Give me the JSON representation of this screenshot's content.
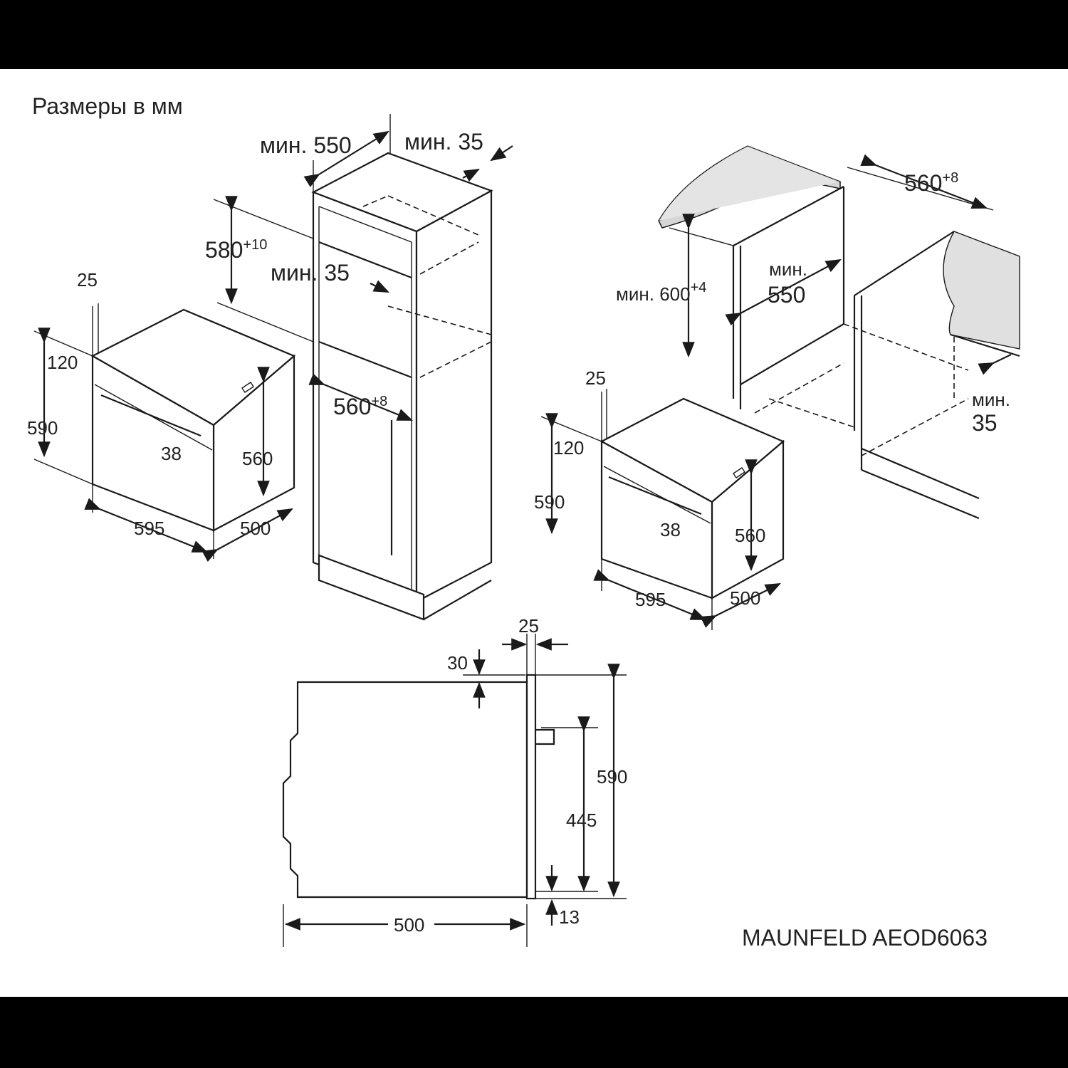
{
  "title": "Размеры в мм",
  "brand": "MAUNFELD AEOD6063",
  "left_oven": {
    "d25": "25",
    "d120": "120",
    "d590": "590",
    "d38": "38",
    "d560": "560",
    "d595": "595",
    "d500": "500"
  },
  "tall_cabinet": {
    "min550": "мин. 550",
    "min35_top": "мин. 35",
    "h580": "580",
    "h580_tol": "+10",
    "min35_mid": "мин. 35",
    "w560": "560",
    "w560_tol": "+8"
  },
  "under_counter": {
    "w560": "560",
    "w560_tol": "+8",
    "min_label": "мин.",
    "d550": "550",
    "h600": "мин. 600",
    "h600_tol": "+4",
    "min_label_2": "мин.",
    "d35": "35"
  },
  "right_oven": {
    "d25": "25",
    "d120": "120",
    "d590": "590",
    "d38": "38",
    "d560": "560",
    "d595": "595",
    "d500": "500"
  },
  "side_view": {
    "d25": "25",
    "d30": "30",
    "d590": "590",
    "d445": "445",
    "d13": "13",
    "d500": "500"
  }
}
